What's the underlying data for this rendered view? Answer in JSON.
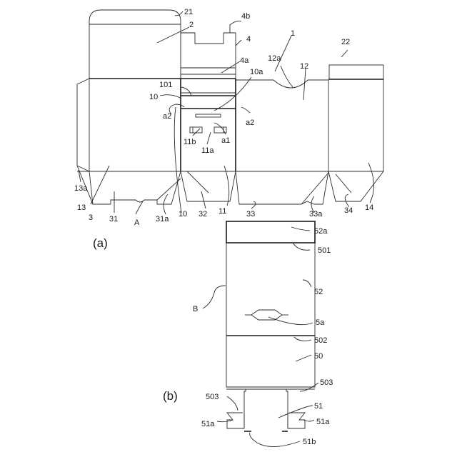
{
  "figure_a": {
    "caption": "(a)",
    "labels": {
      "l21": "21",
      "l2": "2",
      "l4b": "4b",
      "l4": "4",
      "l1": "1",
      "l22": "22",
      "l4a": "4a",
      "l12a": "12a",
      "l12": "12",
      "l10a": "10a",
      "l101": "101",
      "l10top": "10",
      "la2left": "a2",
      "la2right": "a2",
      "l11b": "11b",
      "la1": "a1",
      "l11a": "11a",
      "l13a": "13a",
      "l13": "13",
      "l3": "3",
      "l31": "31",
      "lA": "A",
      "l31a": "31a",
      "l10bot": "10",
      "l32": "32",
      "l11": "11",
      "l33": "33",
      "l33a": "33a",
      "l34": "34",
      "l14": "14"
    }
  },
  "figure_b": {
    "caption": "(b)",
    "labels": {
      "l52a": "52a",
      "l501": "501",
      "lB": "B",
      "l52": "52",
      "l5a": "5a",
      "l502": "502",
      "l50": "50",
      "l503right": "503",
      "l503left": "503",
      "l51": "51",
      "l51aleft": "51a",
      "l51aright": "51a",
      "l51b": "51b"
    }
  }
}
